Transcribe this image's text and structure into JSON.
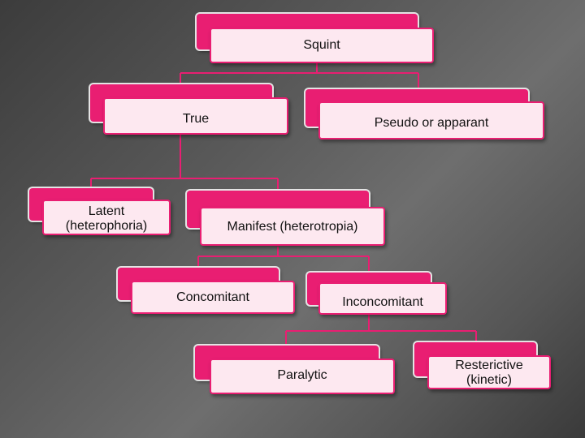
{
  "accent_color": "#e91e72",
  "nodes": {
    "squint": "Squint",
    "true": "True",
    "pseudo": "Pseudo or apparant",
    "latent": "Latent (heterophoria)",
    "manifest": "Manifest (heterotropia)",
    "concomitant": "Concomitant",
    "inconcomitant": "Inconcomitant",
    "paralytic": "Paralytic",
    "resterictive": "Resterictive (kinetic)"
  }
}
